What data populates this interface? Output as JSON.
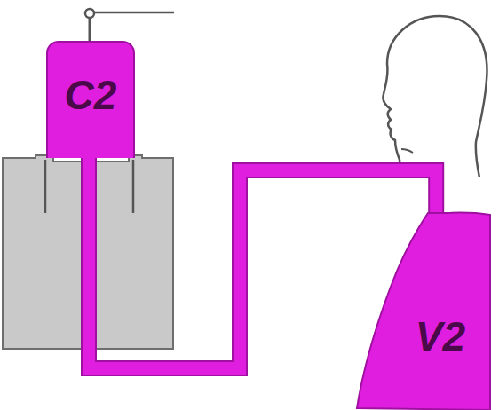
{
  "diagram": {
    "nodes": [
      {
        "text": [
          "C2"
        ]
      },
      {
        "text": [
          "V2"
        ]
      }
    ],
    "edges": [
      {
        "from": 0,
        "to": 1,
        "arrow": "none"
      }
    ]
  }
}
